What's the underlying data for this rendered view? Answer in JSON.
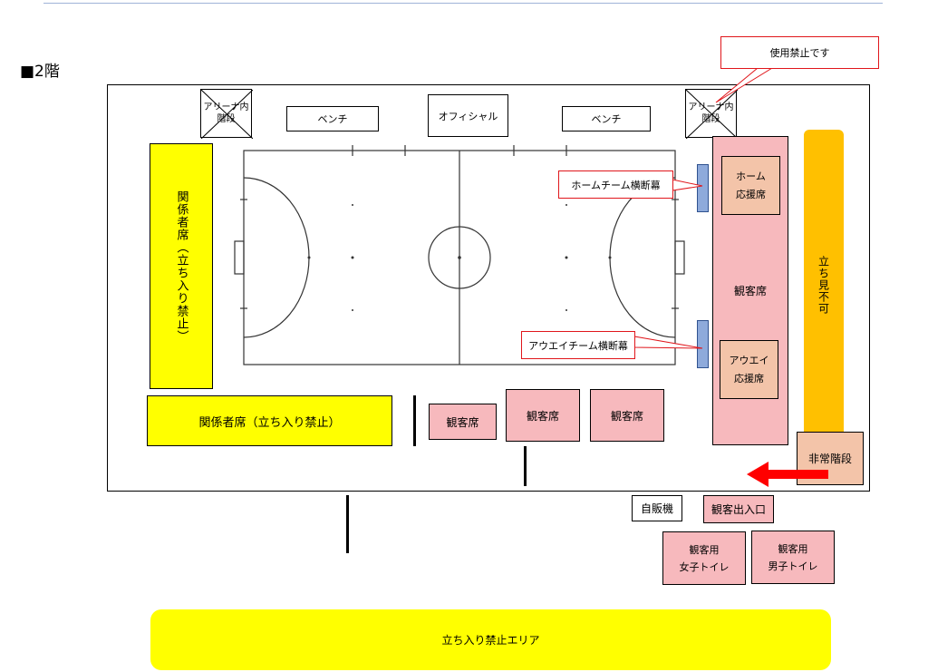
{
  "floor_label": "■2階",
  "arena_stairs": [
    "アリーナ内\n階段",
    "アリーナ内\n階段"
  ],
  "top_row": {
    "bench_left": "ベンチ",
    "official": "オフィシャル",
    "bench_right": "ベンチ"
  },
  "callouts": {
    "prohibited": "使用禁止です",
    "home_banner": "ホームチーム横断幕",
    "away_banner": "アウエイチーム横断幕"
  },
  "staff_seats": {
    "vertical": "関係者席（立ち入り禁止）",
    "horizontal": "関係者席（立ち入り禁止）"
  },
  "spectator": {
    "right_main": "観客席",
    "bottom_1": "観客席",
    "bottom_2": "観客席",
    "bottom_3": "観客席"
  },
  "home_seats": "ホーム\n応援席",
  "away_seats": "アウエイ\n応援席",
  "standing_prohibited": "立ち見不可",
  "emergency_stairs": "非常階段",
  "vending": "自販機",
  "entrance": "観客出入口",
  "women_toilet": "観客用\n女子トイレ",
  "men_toilet": "観客用\n男子トイレ",
  "no_entry_area": "立ち入り禁止エリア",
  "colors": {
    "yellow": "#ffff00",
    "pink": "#f7b9bd",
    "tan": "#f3c4a9",
    "orange": "#ffc000",
    "red": "#ff0000",
    "banner": "#8eaadb"
  }
}
